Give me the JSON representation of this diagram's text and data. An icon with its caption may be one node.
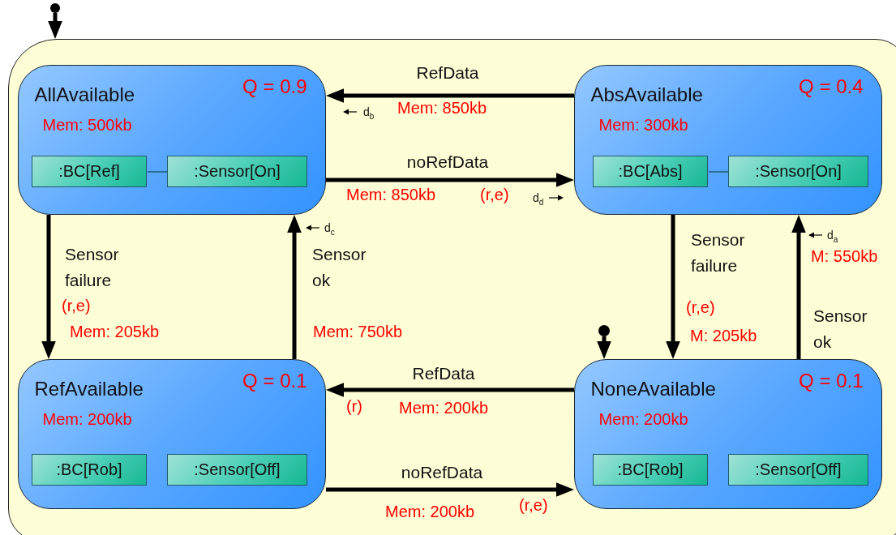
{
  "diagram": {
    "nodes": [
      {
        "text": [],
        "shape": "box"
      },
      {
        "text": [
          "AllAvailable",
          "Q = 0.9",
          "Mem: 500kb"
        ],
        "in": 0
      },
      {
        "text": [
          ":BC[Ref]"
        ],
        "in": 1
      },
      {
        "text": [
          ":Sensor[On]"
        ],
        "in": 1
      },
      {
        "text": [
          "AbsAvailable",
          "Q = 0.4",
          "Mem: 300kb"
        ],
        "in": 0
      },
      {
        "text": [
          ":BC[Abs]"
        ],
        "in": 4
      },
      {
        "text": [
          ":Sensor[On]"
        ],
        "in": 4
      },
      {
        "text": [
          "RefAvailable",
          "Q = 0.1",
          "Mem: 200kb"
        ],
        "in": 0
      },
      {
        "text": [
          ":BC[Rob]"
        ],
        "in": 7
      },
      {
        "text": [
          ":Sensor[Off]"
        ],
        "in": 7
      },
      {
        "text": [
          "NoneAvailable",
          "Q = 0.1",
          "Mem: 200kb"
        ],
        "in": 0
      },
      {
        "text": [
          ":BC[Rob]"
        ],
        "in": 10
      },
      {
        "text": [
          ":Sensor[Off]"
        ],
        "in": 10
      },
      {
        "text": [],
        "shape": "circle"
      },
      {
        "text": [],
        "shape": "circle",
        "in": 0
      }
    ],
    "edges": [
      {
        "from": 13,
        "to": 0,
        "arrow": "to"
      },
      {
        "from": 2,
        "to": 3,
        "arrow": "none",
        "color": "#1e5c6e"
      },
      {
        "from": 5,
        "to": 6,
        "arrow": "none",
        "color": "#1e5c6e"
      },
      {
        "from": 4,
        "to": 1,
        "arrow": "to",
        "label": "RefData"
      },
      {
        "from": 1,
        "to": 4,
        "arrow": "to",
        "label": "noRefData"
      },
      {
        "from": 1,
        "to": 7,
        "arrow": "to",
        "label": "Sensor failure"
      },
      {
        "from": 7,
        "to": 1,
        "arrow": "to",
        "label": "Sensor ok"
      },
      {
        "from": 4,
        "to": 10,
        "arrow": "to",
        "label": "Sensor failure"
      },
      {
        "from": 10,
        "to": 4,
        "arrow": "to",
        "label": "Sensor ok"
      },
      {
        "from": 10,
        "to": 7,
        "arrow": "to",
        "label": "RefData"
      },
      {
        "from": 7,
        "to": 10,
        "arrow": "to",
        "label": "noRefData"
      },
      {
        "from": 14,
        "to": 10,
        "arrow": "to"
      }
    ],
    "labels": [
      "Mem: 850kb",
      "d$_{b}$",
      "Mem: 850kb",
      "(r,e)",
      "d$_{d}$",
      "(r,e)",
      "Mem: 205kb",
      "d$_{c}$",
      "Mem: 750kb",
      "d$_{a}$",
      "M: 550kb",
      "(r,e)",
      "M: 205kb",
      "(r)",
      "Mem: 200kb",
      "Mem: 200kb",
      "(r,e)"
    ]
  }
}
